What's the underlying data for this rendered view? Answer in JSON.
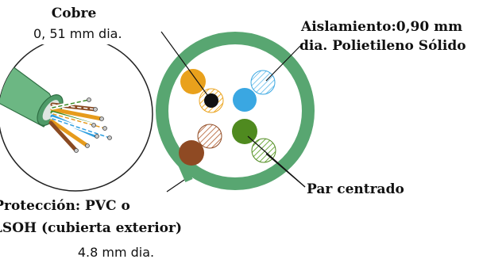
{
  "labels": {
    "copper_title": "Cobre",
    "copper_value": "0, 51   mm dia.",
    "insulation_line1": "Aislamiento:0,90 mm",
    "insulation_line2": "dia. Polietileno Sólido",
    "pair_label": "Par centrado",
    "jacket_line1": "Protección: PVC o",
    "jacket_line2": "LSOH (cubierta exterior)",
    "jacket_value": "4.8 mm dia."
  },
  "colors": {
    "jacket": "#58a671",
    "orange": "#e9a11c",
    "blue": "#3aa7e2",
    "green": "#4f8a1f",
    "brown": "#8f4a23",
    "copper_core": "#111111",
    "stripe_orange": "#f0b030",
    "stripe_blue": "#7cc6ee",
    "stripe_green": "#6faa40",
    "stripe_brown": "#c07a55"
  }
}
